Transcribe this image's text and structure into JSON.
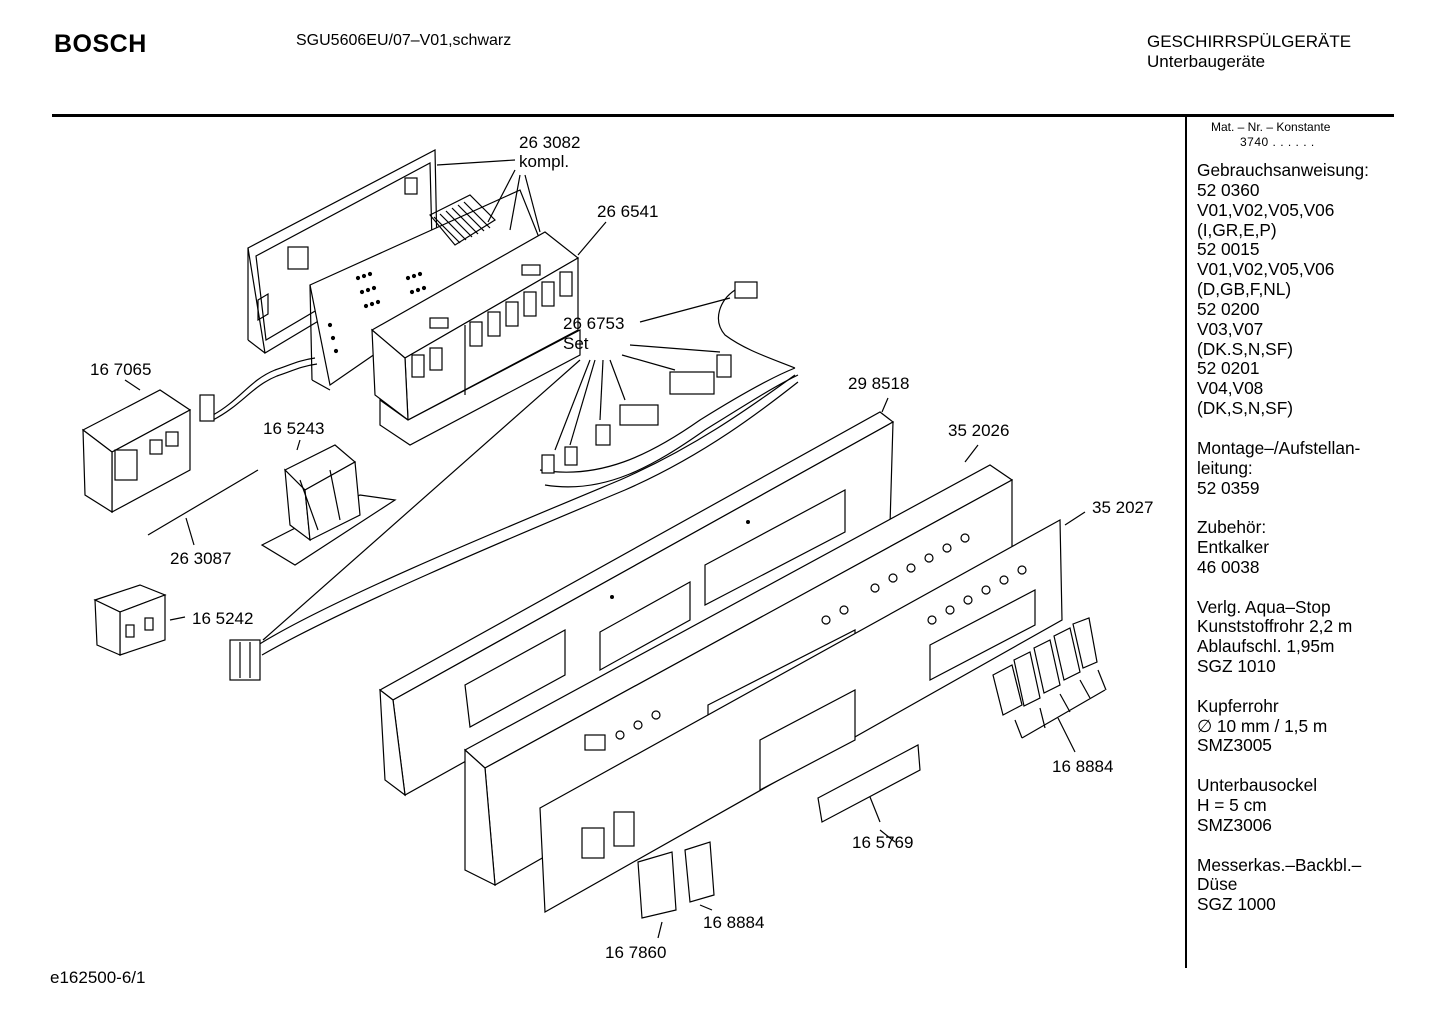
{
  "header": {
    "brand": "BOSCH",
    "model": "SGU5606EU/07–V01,schwarz",
    "category_line1": "GESCHIRRSPÜLGERÄTE",
    "category_line2": "Unterbaugeräte"
  },
  "constant": {
    "label": "Mat. – Nr. – Konstante",
    "value": "3740 .  .  .  .  .  ."
  },
  "sidebar_lines": [
    "Gebrauchsanweisung:",
    "52 0360",
    "V01,V02,V05,V06",
    "(I,GR,E,P)",
    "52 0015",
    "V01,V02,V05,V06",
    "(D,GB,F,NL)",
    "52 0200",
    "V03,V07",
    "(DK.S,N,SF)",
    "52 0201",
    "V04,V08",
    "(DK,S,N,SF)",
    "",
    "Montage–/Aufstellan-",
    "leitung:",
    "52 0359",
    "",
    "Zubehör:",
    "Entkalker",
    "46 0038",
    "",
    "Verlg. Aqua–Stop",
    "Kunststoffrohr 2,2 m",
    "Ablaufschl. 1,95m",
    "SGZ 1010",
    "",
    "Kupferrohr",
    "∅ 10 mm / 1,5 m",
    "SMZ3005",
    "",
    "Unterbausockel",
    "H = 5 cm",
    "SMZ3006",
    "",
    "Messerkas.–Backbl.–",
    "Düse",
    "SGZ 1000"
  ],
  "part_labels": {
    "p263082": "26 3082",
    "p263082_sub": "kompl.",
    "p266541": "26 6541",
    "p266753": "26 6753",
    "p266753_sub": "Set",
    "p167065": "16 7065",
    "p165243": "16 5243",
    "p263087": "26 3087",
    "p165242": "16 5242",
    "p298518": "29 8518",
    "p352026": "35 2026",
    "p352027": "35 2027",
    "p168884a": "16 8884",
    "p165769": "16 5769",
    "p168884b": "16 8884",
    "p167860": "16 7860"
  },
  "footer": "e162500-6/1"
}
